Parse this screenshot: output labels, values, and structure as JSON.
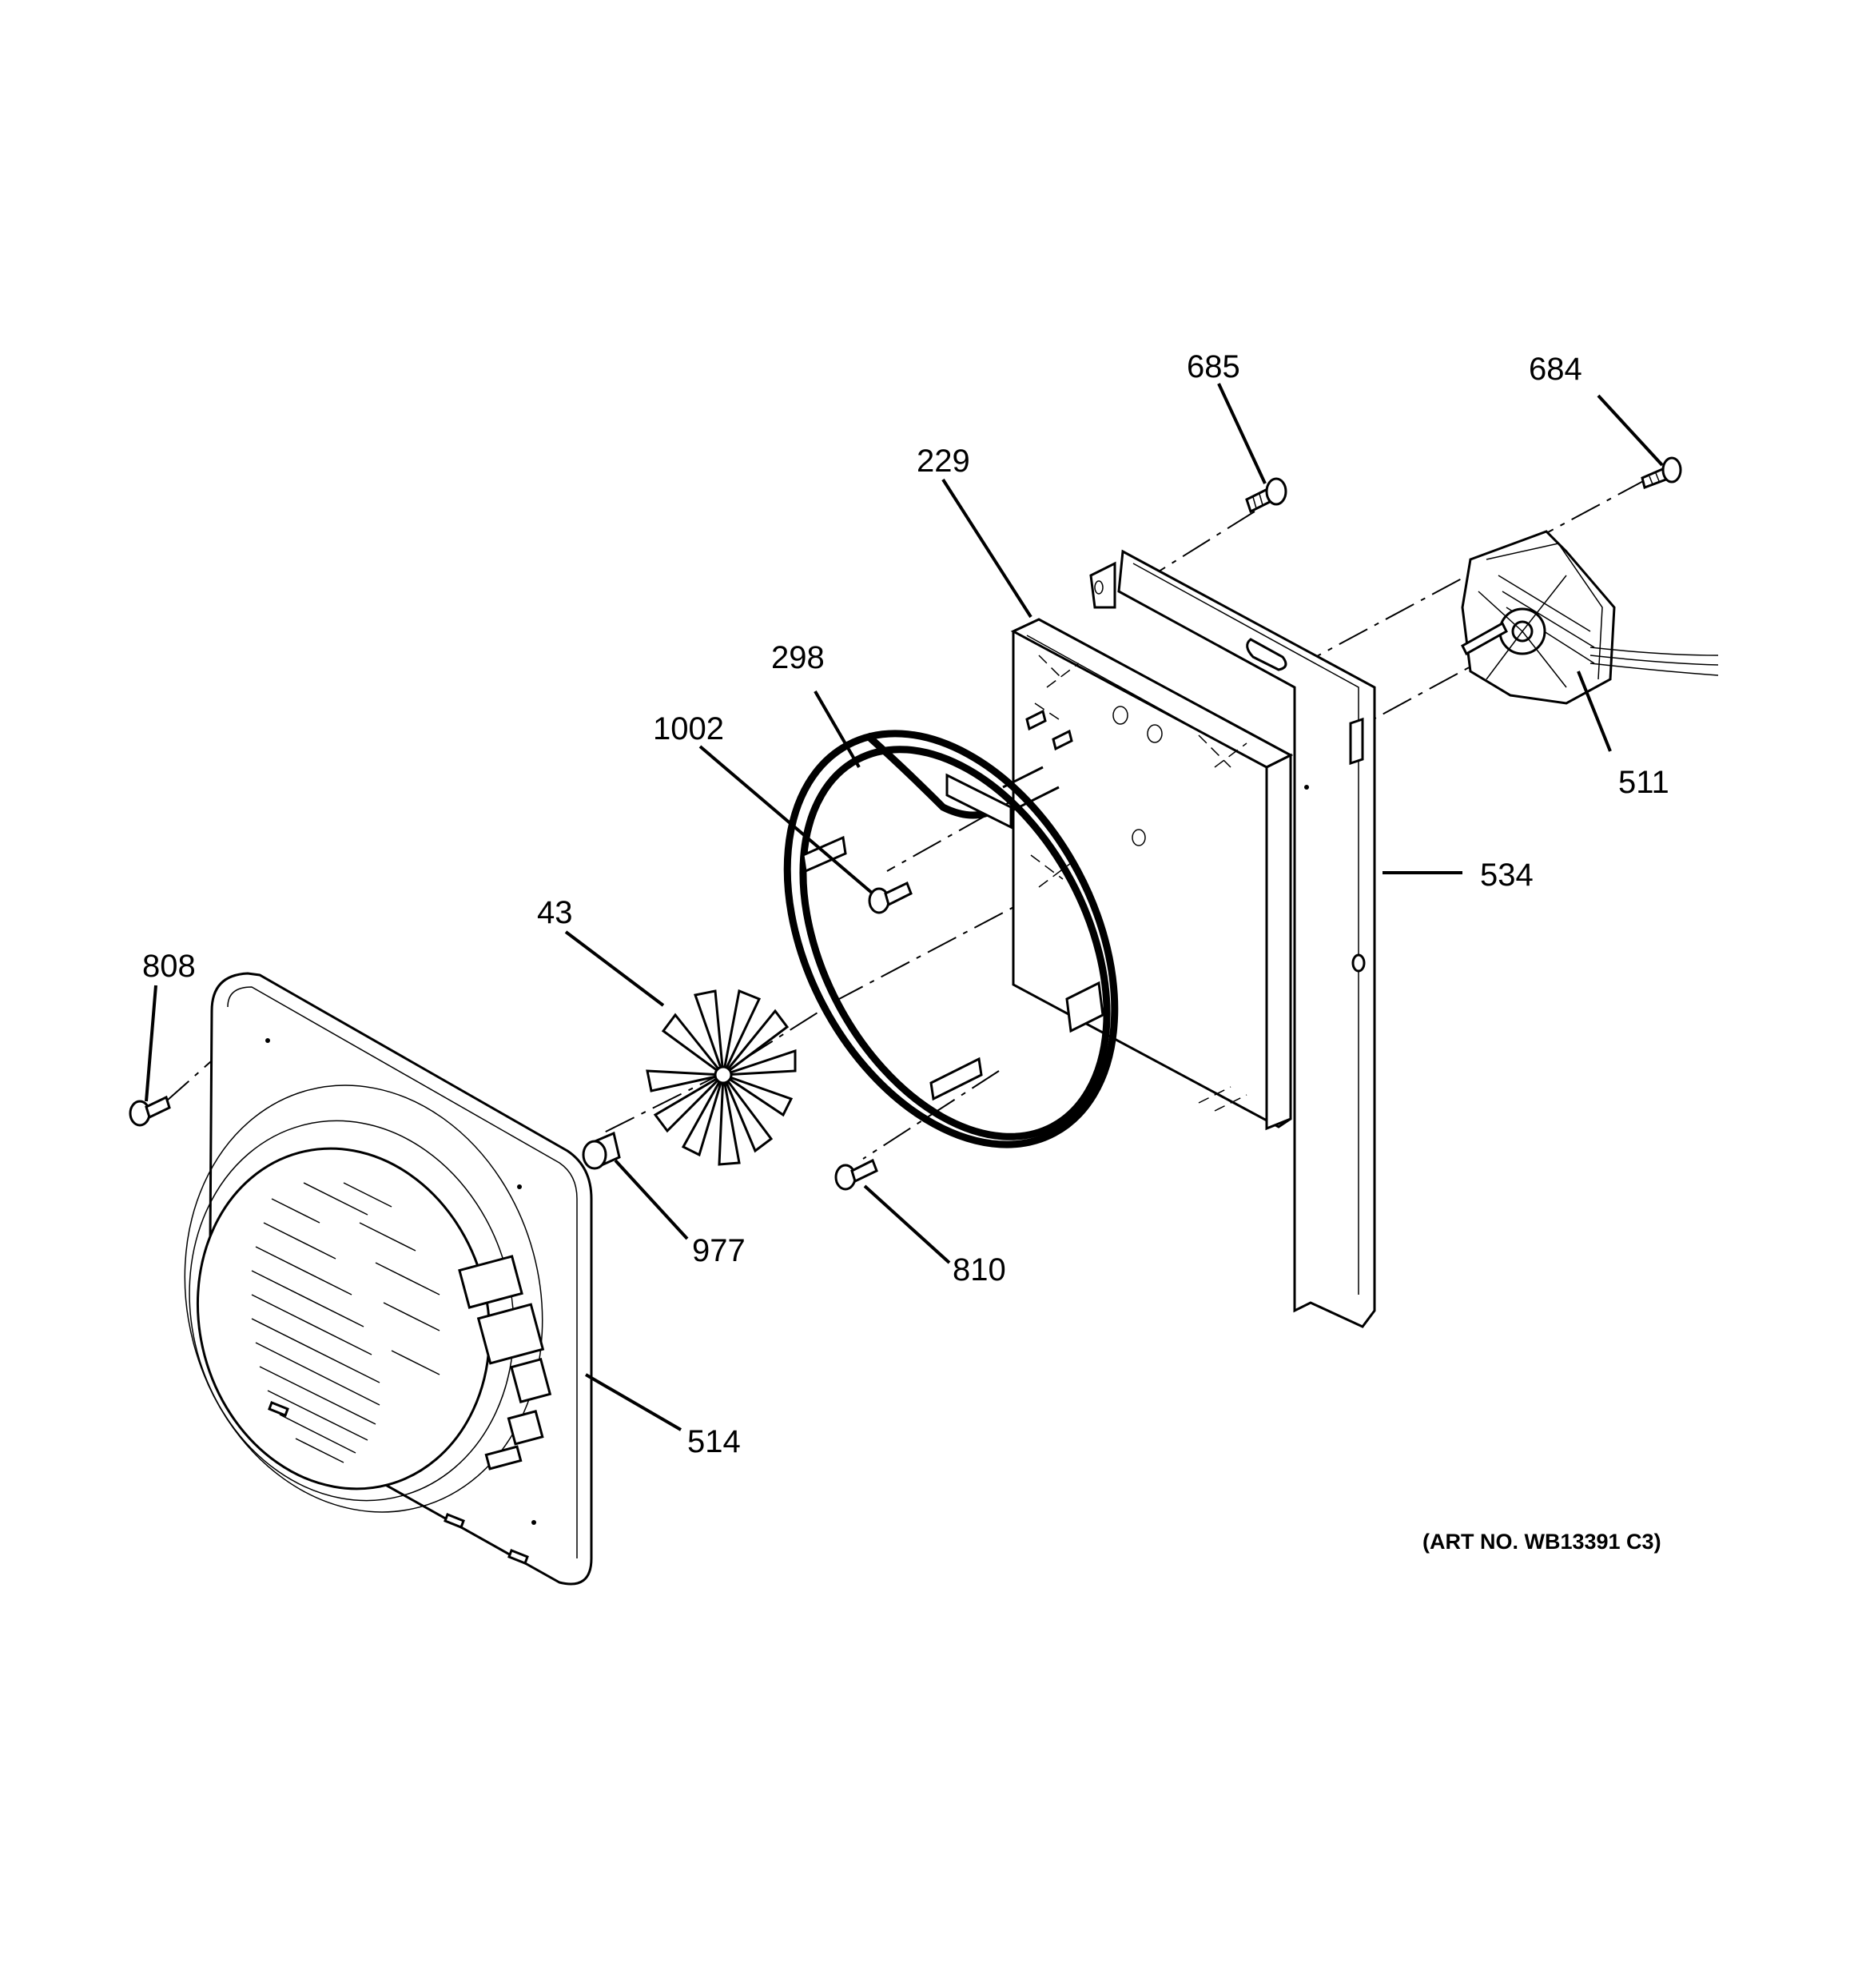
{
  "diagram": {
    "type": "exploded-parts-diagram",
    "art_number": "(ART NO. WB13391 C3)",
    "callouts": [
      {
        "id": "685",
        "label": "685",
        "part": "screw"
      },
      {
        "id": "684",
        "label": "684",
        "part": "screw"
      },
      {
        "id": "229",
        "label": "229",
        "part": "insulation-panel"
      },
      {
        "id": "298",
        "label": "298",
        "part": "convection-heating-element"
      },
      {
        "id": "1002",
        "label": "1002",
        "part": "screw"
      },
      {
        "id": "511",
        "label": "511",
        "part": "convection-fan-motor"
      },
      {
        "id": "534",
        "label": "534",
        "part": "motor-mounting-bracket"
      },
      {
        "id": "43",
        "label": "43",
        "part": "fan-blade"
      },
      {
        "id": "808",
        "label": "808",
        "part": "screw"
      },
      {
        "id": "977",
        "label": "977",
        "part": "nut"
      },
      {
        "id": "810",
        "label": "810",
        "part": "screw"
      },
      {
        "id": "514",
        "label": "514",
        "part": "convection-cover"
      }
    ]
  }
}
